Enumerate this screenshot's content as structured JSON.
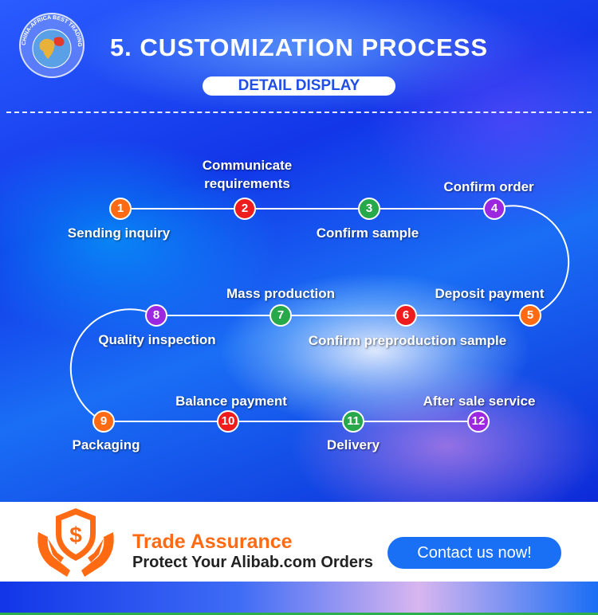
{
  "header": {
    "title": "5. CUSTOMIZATION PROCESS",
    "subtitle": "DETAIL DISPLAY",
    "logo_text": "CHINA-AFRICA BEST TRADING PLATFORM"
  },
  "process": {
    "steps": [
      {
        "num": "1",
        "label": "Sending inquiry"
      },
      {
        "num": "2",
        "label": "Communicate requirements"
      },
      {
        "num": "3",
        "label": "Confirm sample"
      },
      {
        "num": "4",
        "label": "Confirm order"
      },
      {
        "num": "5",
        "label": "Deposit payment"
      },
      {
        "num": "6",
        "label": "Confirm preproduction sample"
      },
      {
        "num": "7",
        "label": "Mass production"
      },
      {
        "num": "8",
        "label": "Quality inspection"
      },
      {
        "num": "9",
        "label": "Packaging"
      },
      {
        "num": "10",
        "label": "Balance payment"
      },
      {
        "num": "11",
        "label": "Delivery"
      },
      {
        "num": "12",
        "label": "After sale service"
      }
    ],
    "colors": {
      "orange": "#ff6a13",
      "red": "#ee1c1c",
      "green": "#27a84a",
      "purple": "#9b28e0"
    }
  },
  "trade_assurance": {
    "title": "Trade Assurance",
    "subtitle": "Protect Your Alibab.com Orders",
    "contact_label": "Contact us now!",
    "accent": "#ff6a13",
    "button_color": "#1a70f5"
  }
}
